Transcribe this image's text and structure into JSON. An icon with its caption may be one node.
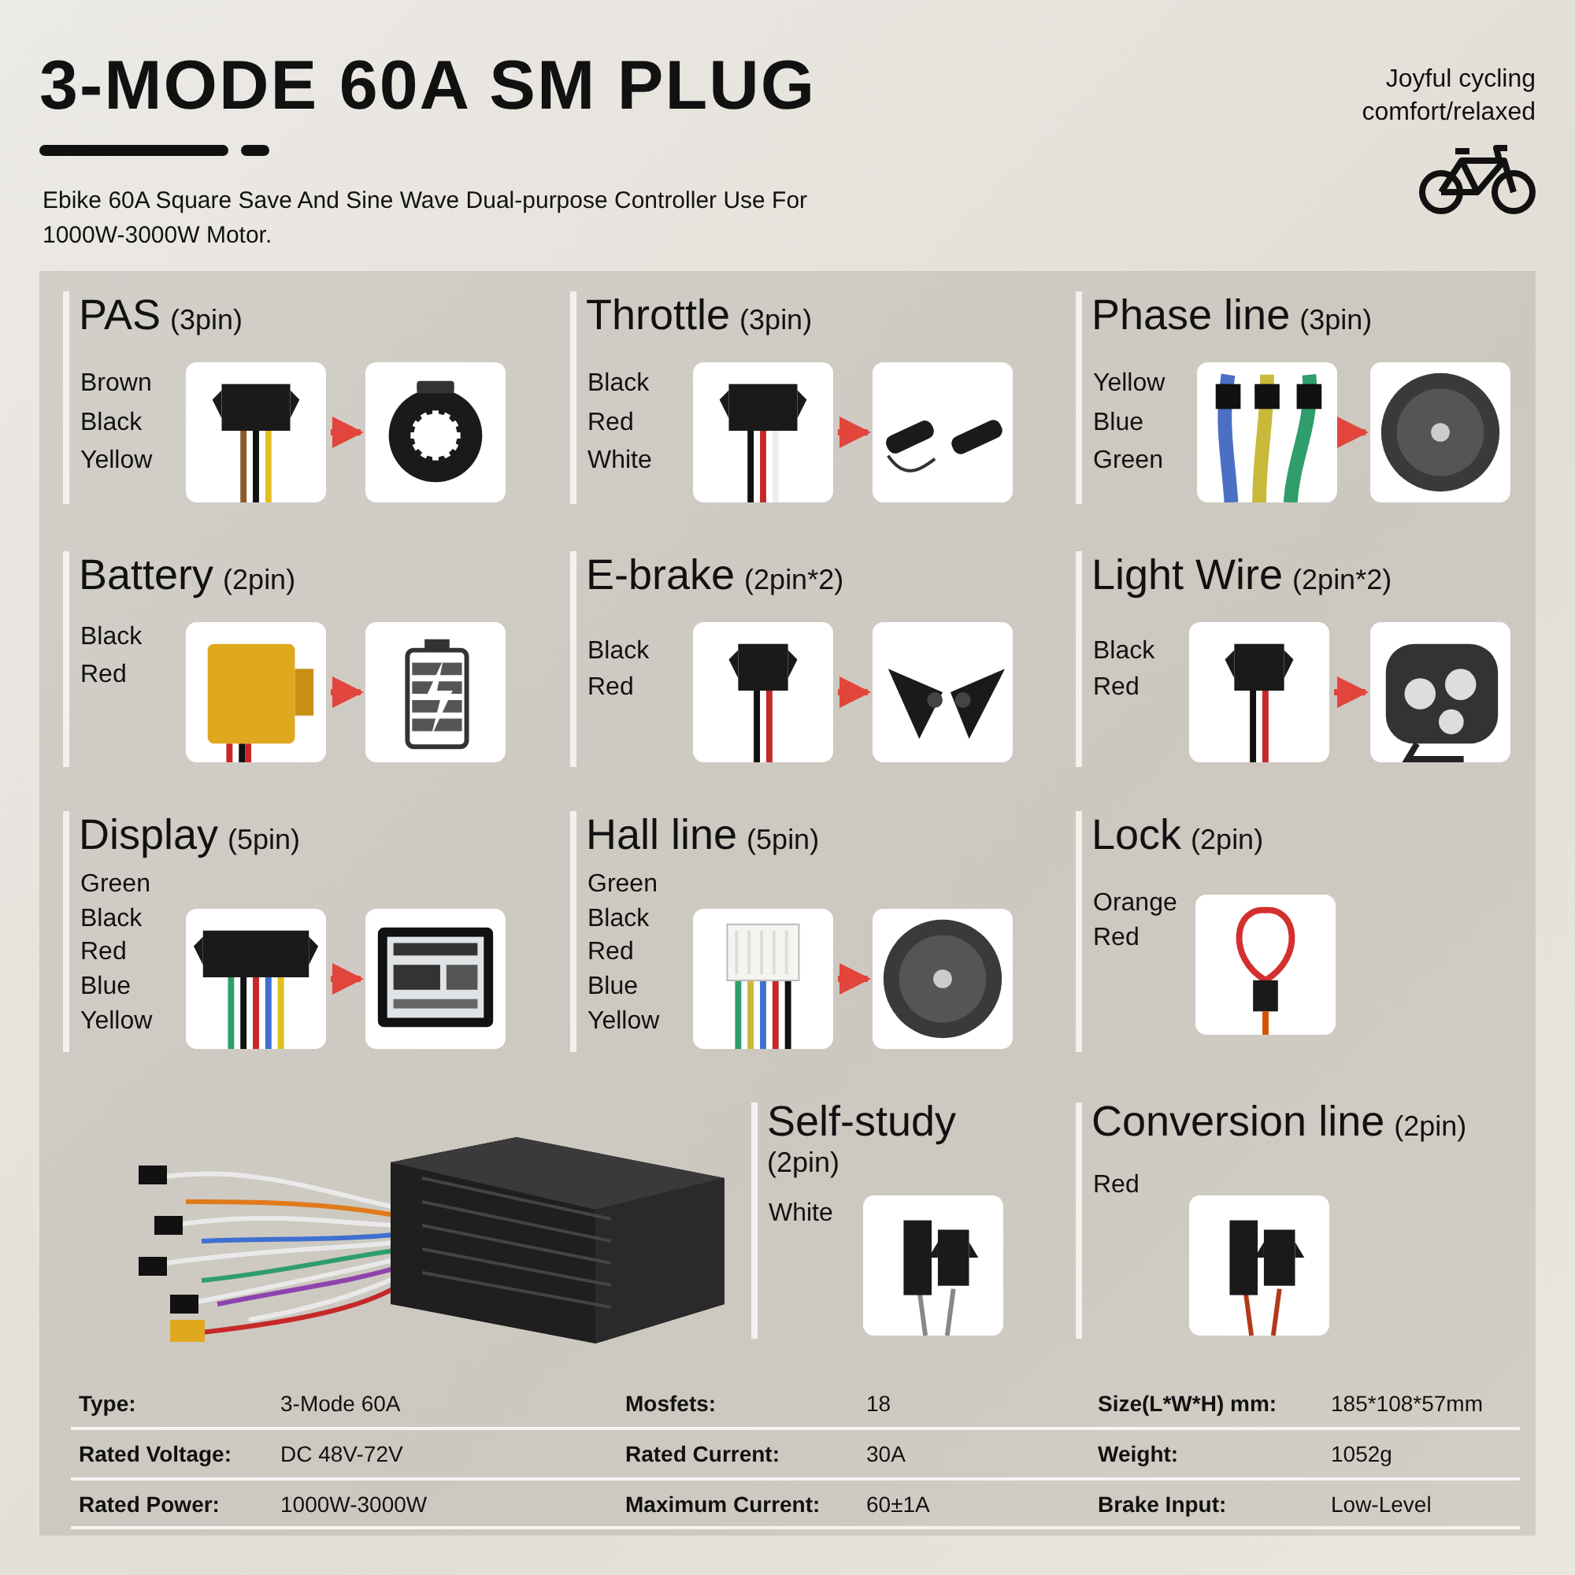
{
  "diagram": {
    "title": "3-MODE 60A SM PLUG",
    "nodes": [
      {
        "text": [],
        "shape": "picture"
      },
      {
        "text": [],
        "shape": "picture"
      },
      {
        "text": [],
        "shape": "picture"
      },
      {
        "text": [],
        "shape": "picture"
      },
      {
        "text": [],
        "shape": "picture"
      },
      {
        "text": [],
        "shape": "picture"
      },
      {
        "text": [],
        "shape": "picture"
      },
      {
        "text": [],
        "shape": "picture"
      },
      {
        "text": [],
        "shape": "picture"
      },
      {
        "text": [],
        "shape": "picture"
      },
      {
        "text": [],
        "shape": "picture"
      },
      {
        "text": [],
        "shape": "picture"
      },
      {
        "text": [],
        "shape": "picture"
      },
      {
        "text": [],
        "shape": "picture"
      },
      {
        "text": [],
        "shape": "picture"
      },
      {
        "text": [],
        "shape": "picture"
      },
      {
        "text": [],
        "shape": "picture"
      },
      {
        "text": [],
        "shape": "picture"
      },
      {
        "text": [],
        "shape": "picture"
      }
    ],
    "edges": [
      {
        "from": 0,
        "to": 1,
        "arrow": "to"
      },
      {
        "from": 2,
        "to": 3,
        "arrow": "to"
      },
      {
        "from": 4,
        "to": 5,
        "arrow": "to"
      },
      {
        "from": 6,
        "to": 7,
        "arrow": "to"
      },
      {
        "from": 8,
        "to": 9,
        "arrow": "to"
      },
      {
        "from": 10,
        "to": 11,
        "arrow": "to"
      },
      {
        "from": 12,
        "to": 13,
        "arrow": "to"
      },
      {
        "from": 14,
        "to": 15,
        "arrow": "to"
      }
    ],
    "labels": [
      "Joyful cycling comfort/relaxed",
      "Ebike 60A Square Save And Sine Wave Dual-purpose Controller Use For 1000W-3000W Motor.",
      "PAS",
      "(3pin)",
      "Brown",
      "Black",
      "Yellow",
      "Throttle",
      "(3pin)",
      "Black",
      "Red",
      "White",
      "Phase line",
      "(3pin)",
      "Yellow",
      "Blue",
      "Green",
      "Battery",
      "(2pin)",
      "Black",
      "Red",
      "E-brake",
      "(2pin*2)",
      "Black",
      "Red",
      "Light Wire",
      "(2pin*2)",
      "Black",
      "Red",
      "Display",
      "(5pin)",
      "Green",
      "Black",
      "Red",
      "Blue",
      "Yellow",
      "Hall line",
      "(5pin)",
      "Green",
      "Black",
      "Red",
      "Blue",
      "Yellow",
      "Lock",
      "(2pin)",
      "Orange",
      "Red",
      "Self-study",
      "(2pin)",
      "White",
      "Conversion line",
      "(2pin)",
      "Red",
      "Type:",
      "3-Mode 60A",
      "Mosfets:",
      "18",
      "Size(L*W*H) mm:",
      "185*108*57mm",
      "Rated Voltage:",
      "DC 48V-72V",
      "Rated Current:",
      "30A",
      "Weight:",
      "1052g",
      "Rated Power:",
      "1000W-3000W",
      "Maximum Current:",
      "60±1A",
      "Brake Input:",
      "Low-Level"
    ]
  }
}
